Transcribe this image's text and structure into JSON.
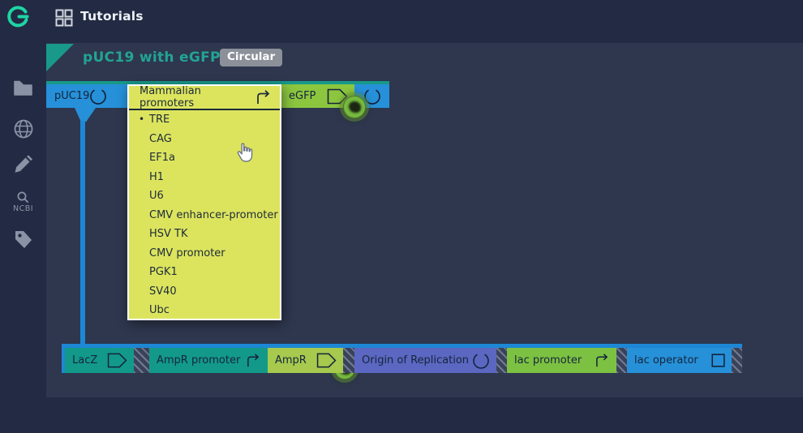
{
  "topbar": {
    "title": "Tutorials"
  },
  "sidebar": {
    "items": [
      "projects",
      "web",
      "edit",
      "ncbi-search",
      "tags"
    ],
    "ncbi_label": "NCBI"
  },
  "document": {
    "title": "pUC19 with eGFP",
    "topology_badge": "Circular"
  },
  "menu": {
    "title": "Mammalian promoters",
    "selected_marker": "•",
    "selected": "TRE",
    "options": [
      "TRE",
      "CAG",
      "EF1a",
      "H1",
      "U6",
      "CMV enhancer-promoter",
      "HSV TK",
      "CMV promoter",
      "PGK1",
      "SV40",
      "Ubc"
    ]
  },
  "top_track": {
    "backbone_label": "pUC19",
    "features": [
      {
        "label": "eGFP",
        "type": "CDS"
      },
      {
        "label": "",
        "type": "origin"
      }
    ]
  },
  "bottom_track": {
    "features": [
      {
        "label": "LacZ",
        "type": "CDS"
      },
      {
        "label": "AmpR promoter",
        "type": "promoter"
      },
      {
        "label": "AmpR",
        "type": "CDS"
      },
      {
        "label": "Origin of Replication",
        "type": "origin"
      },
      {
        "label": "lac promoter",
        "type": "promoter"
      },
      {
        "label": "lac operator",
        "type": "operator"
      }
    ]
  },
  "colors": {
    "chrome_bg": "#222b43",
    "panel_bg": "#2e374e",
    "accent_teal": "#18998a",
    "backbone_blue": "#2691d9",
    "line_blue": "#1e87d5",
    "menu_yellow": "#dce45e",
    "cds_green": "#8cc63f",
    "olive": "#a6c94e",
    "promoter_green": "#7cc142",
    "origin_indigo": "#5b67c1",
    "badge_gray": "#8b9099",
    "logo_teal": "#1fd4a5"
  }
}
